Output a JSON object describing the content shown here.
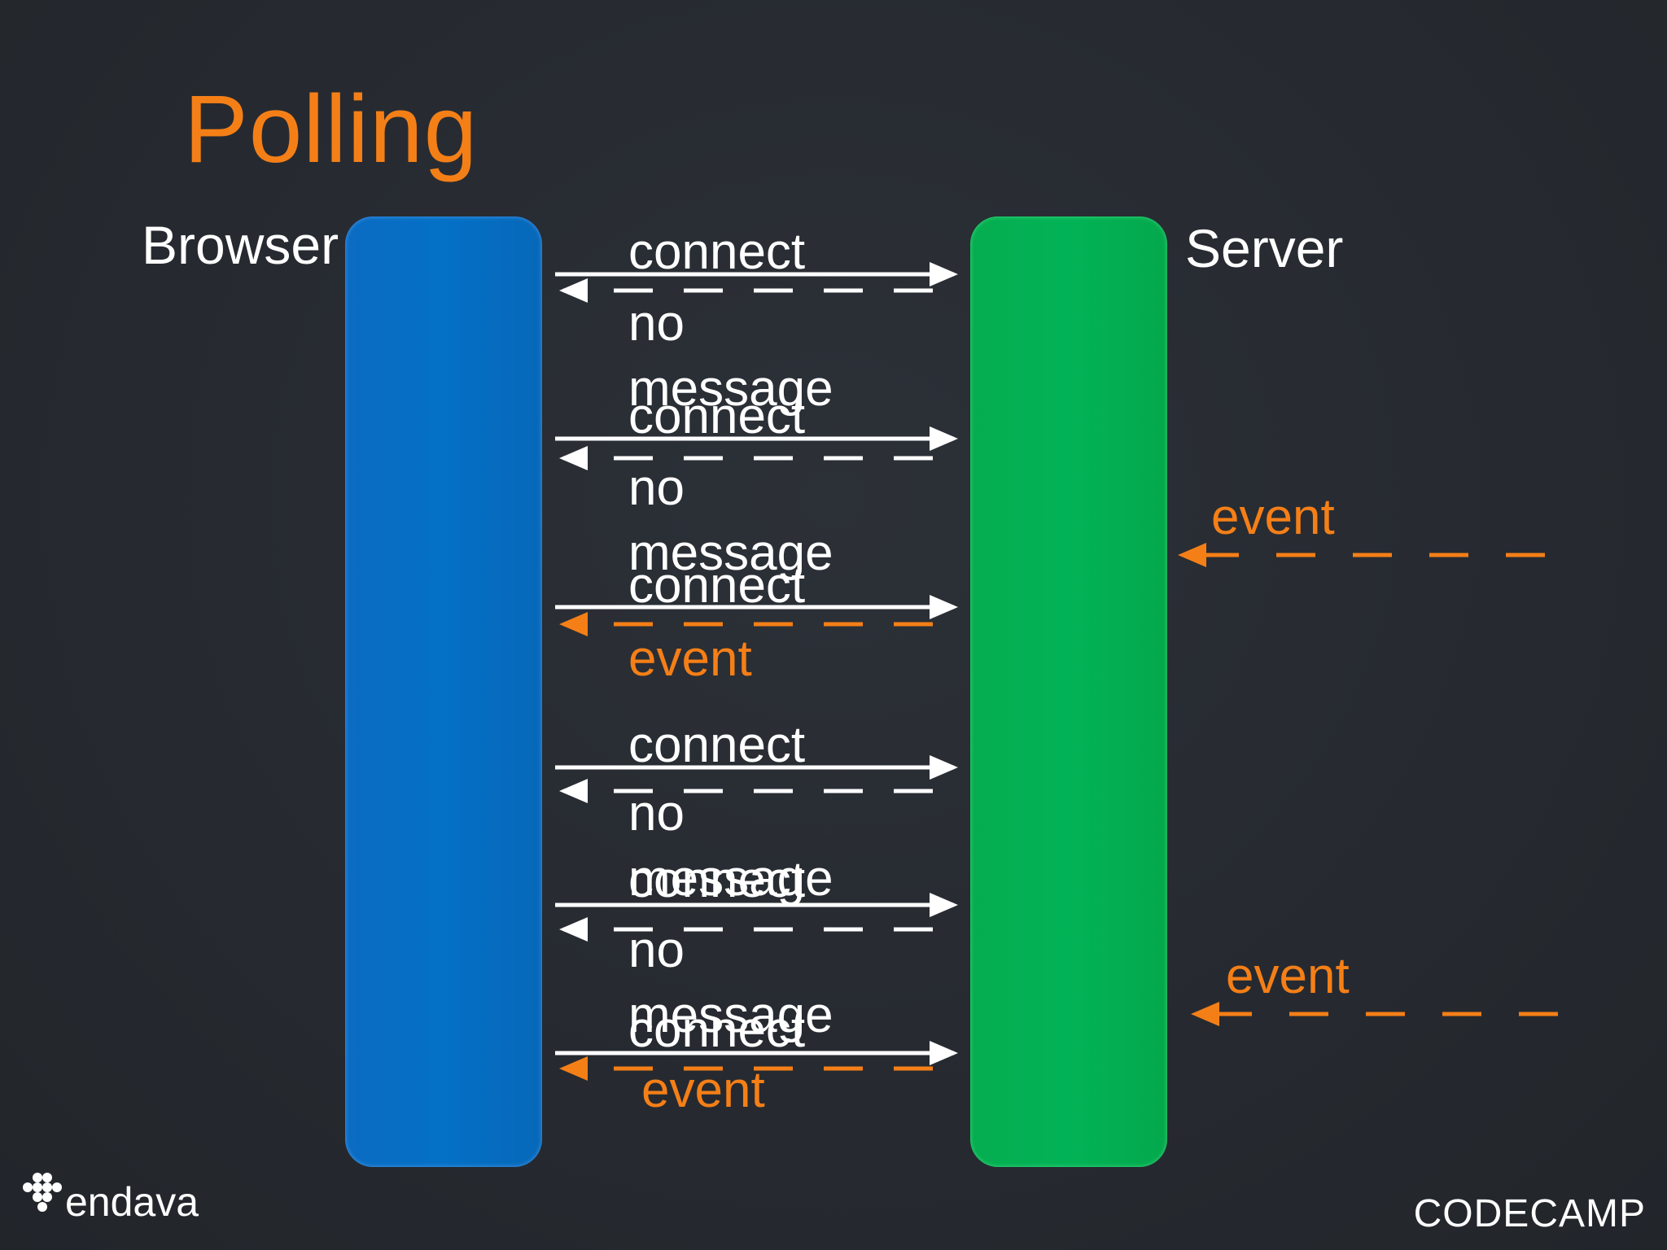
{
  "title": "Polling",
  "lanes": {
    "browser": "Browser",
    "server": "Server"
  },
  "colors": {
    "background": "#262a30",
    "title": "#f57f17",
    "browser_bar": "#0470c6",
    "server_bar": "#02b356",
    "request": "#ffffff",
    "response": "#ffffff",
    "event": "#f57f17"
  },
  "messages": [
    {
      "request": "connect",
      "response": "no message",
      "response_color": "white"
    },
    {
      "request": "connect",
      "response": "no message",
      "response_color": "white"
    },
    {
      "request": "connect",
      "response": "event",
      "response_color": "orange"
    },
    {
      "request": "connect",
      "response": "no message",
      "response_color": "white"
    },
    {
      "request": "connect",
      "response": "no message",
      "response_color": "white"
    },
    {
      "request": "connect",
      "response": "event",
      "response_color": "orange"
    }
  ],
  "server_events": [
    "event",
    "event"
  ],
  "logos": {
    "left": "endava",
    "right": "CODECAMP"
  }
}
